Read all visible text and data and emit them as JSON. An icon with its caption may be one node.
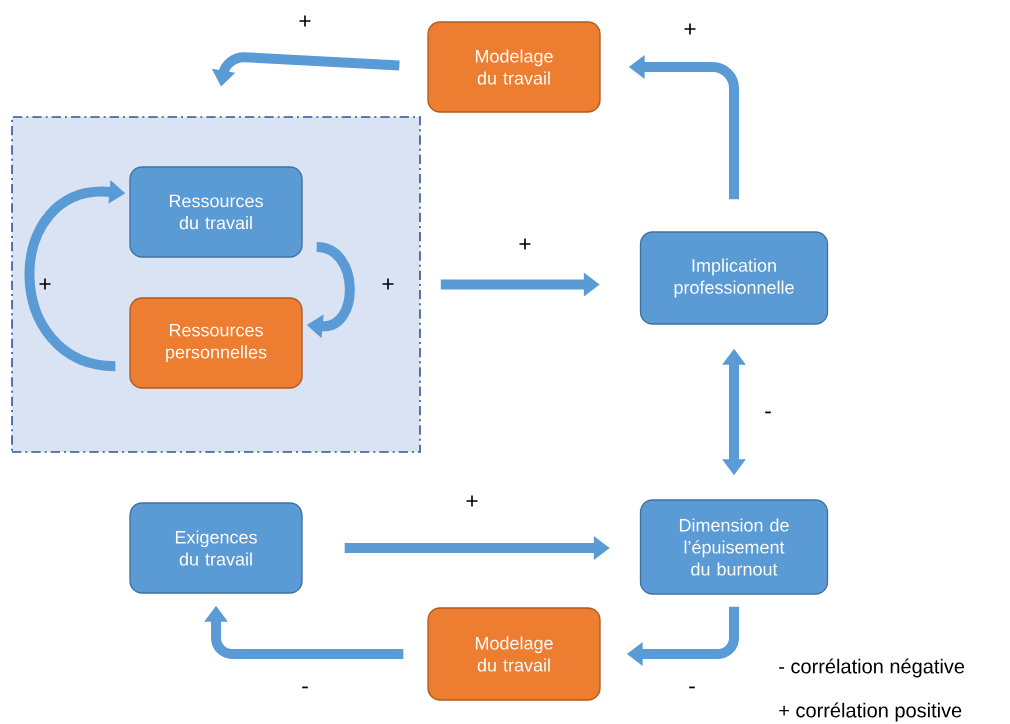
{
  "diagram": {
    "nodes": [
      {
        "text": [
          "Modelage du travail"
        ]
      },
      {
        "text": [],
        "shape": "box"
      },
      {
        "text": [
          "Ressources du travail"
        ],
        "in": 1
      },
      {
        "text": [
          "Ressources personnelles"
        ],
        "in": 1
      },
      {
        "text": [
          "Implication professionnelle"
        ]
      },
      {
        "text": [
          "Exigences du travail"
        ]
      },
      {
        "text": [
          "Dimension de l’épuisement du burnout"
        ]
      },
      {
        "text": [
          "Modelage du travail"
        ]
      }
    ],
    "edges": [
      {
        "from": 0,
        "to": 1,
        "arrow": "to",
        "label": "+"
      },
      {
        "from": 2,
        "to": 3,
        "arrow": "to",
        "label": "+"
      },
      {
        "from": 3,
        "to": 2,
        "arrow": "to",
        "label": "+"
      },
      {
        "from": 1,
        "to": 4,
        "arrow": "to",
        "label": "+"
      },
      {
        "from": 4,
        "to": 0,
        "arrow": "to",
        "label": "+"
      },
      {
        "from": 4,
        "to": 6,
        "arrow": "both",
        "label": "-"
      },
      {
        "from": 5,
        "to": 6,
        "arrow": "to",
        "label": "+"
      },
      {
        "from": 6,
        "to": 7,
        "arrow": "to",
        "label": "-"
      },
      {
        "from": 7,
        "to": 5,
        "arrow": "to",
        "label": "-"
      }
    ],
    "labels": [
      "- corrélation négative",
      "+ corrélation positive"
    ]
  }
}
